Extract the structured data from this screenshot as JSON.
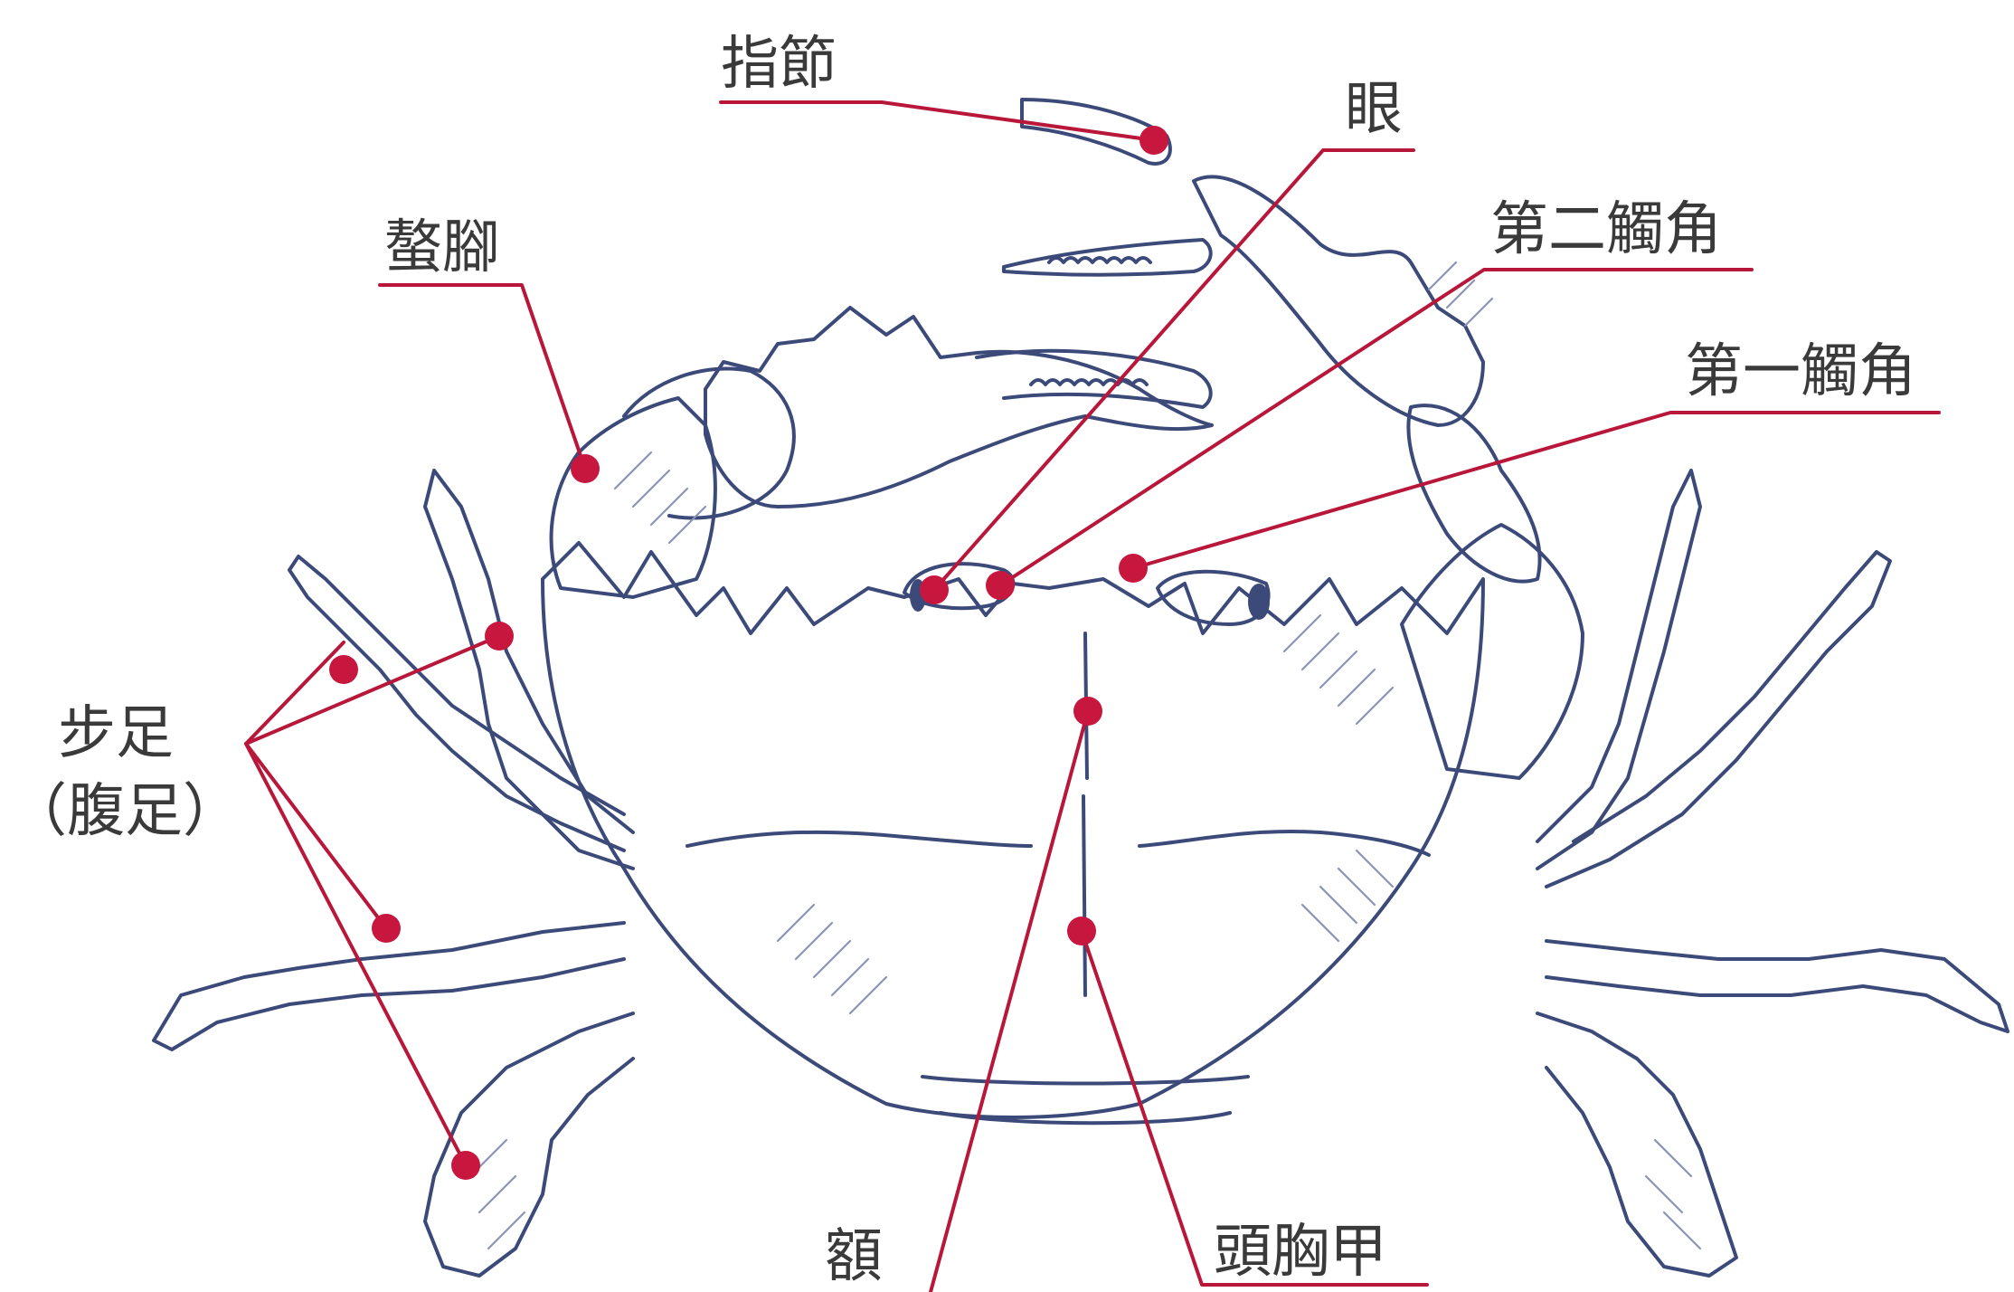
{
  "labels": {
    "dactyl": "指節",
    "eye": "眼",
    "chela": "螯腳",
    "antenna2": "第二觸角",
    "antenna1": "第一觸角",
    "walking_legs_1": "步足",
    "walking_legs_2": "（腹足）",
    "frons": "額",
    "carapace": "頭胸甲"
  },
  "colors": {
    "leader": "#b8173a",
    "dot": "#c8173e",
    "drawing": "#3c4a7a",
    "text": "#3a3a3a"
  }
}
